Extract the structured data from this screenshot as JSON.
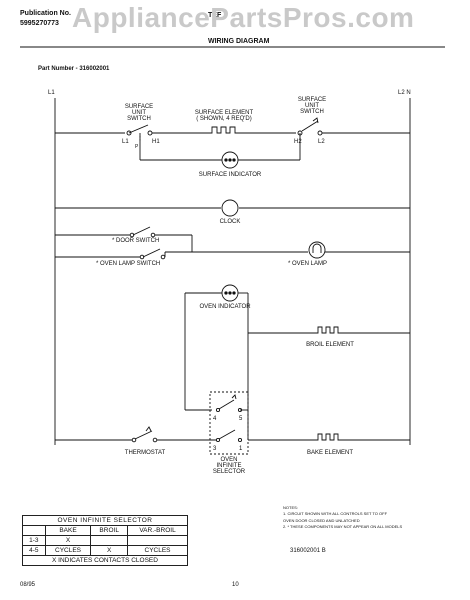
{
  "header": {
    "publication_label": "Publication No.",
    "publication_number": "5995270773",
    "model": "TEF",
    "title": "WIRING DIAGRAM",
    "watermark": "AppliancePartsPros.com",
    "part_number": "Part Number - 316002001"
  },
  "rails": {
    "left": "L1",
    "right": "L2 N"
  },
  "labels": {
    "surface_switch_left": "SURFACE\nUNIT\nSWITCH",
    "surface_element": "SURFACE ELEMENT\n( SHOWN, 4 REQ'D)",
    "surface_switch_right": "SURFACE\nUNIT\nSWITCH",
    "l1": "L1",
    "h1": "H1",
    "p": "P",
    "h2": "H2",
    "l2": "L2",
    "surface_indicator": "SURFACE INDICATOR",
    "clock": "CLOCK",
    "door_switch": "* DOOR SWITCH",
    "oven_lamp_switch": "* OVEN LAMP SWITCH",
    "oven_lamp": "* OVEN LAMP",
    "oven_indicator": "OVEN INDICATOR",
    "broil_element": "BROIL ELEMENT",
    "thermostat": "THERMOSTAT",
    "term_4": "4",
    "term_5": "5",
    "term_3": "3",
    "term_1": "1",
    "oven_selector": "OVEN\nINFINITE\nSELECTOR",
    "bake_element": "BAKE ELEMENT",
    "diagram_number": "316002001 B"
  },
  "selector_table": {
    "caption": "OVEN INFINITE SELECTOR",
    "headers": [
      "",
      "BAKE",
      "BROIL",
      "VAR.-BROIL"
    ],
    "rows": [
      [
        "1-3",
        "X",
        "",
        ""
      ],
      [
        "4-5",
        "CYCLES",
        "X",
        "CYCLES"
      ]
    ],
    "footer": "X INDICATES CONTACTS CLOSED"
  },
  "notes": {
    "title": "NOTES:",
    "line1": "1. CIRCUIT SHOWN WITH ALL CONTROLS SET TO OFF",
    "line2": "OVEN DOOR CLOSED AND UNLATCHED",
    "line3": "2. * THESE COMPONENTS MAY NOT APPEAR ON ALL MODELS"
  },
  "footer": {
    "date": "08/95",
    "page": "10"
  }
}
